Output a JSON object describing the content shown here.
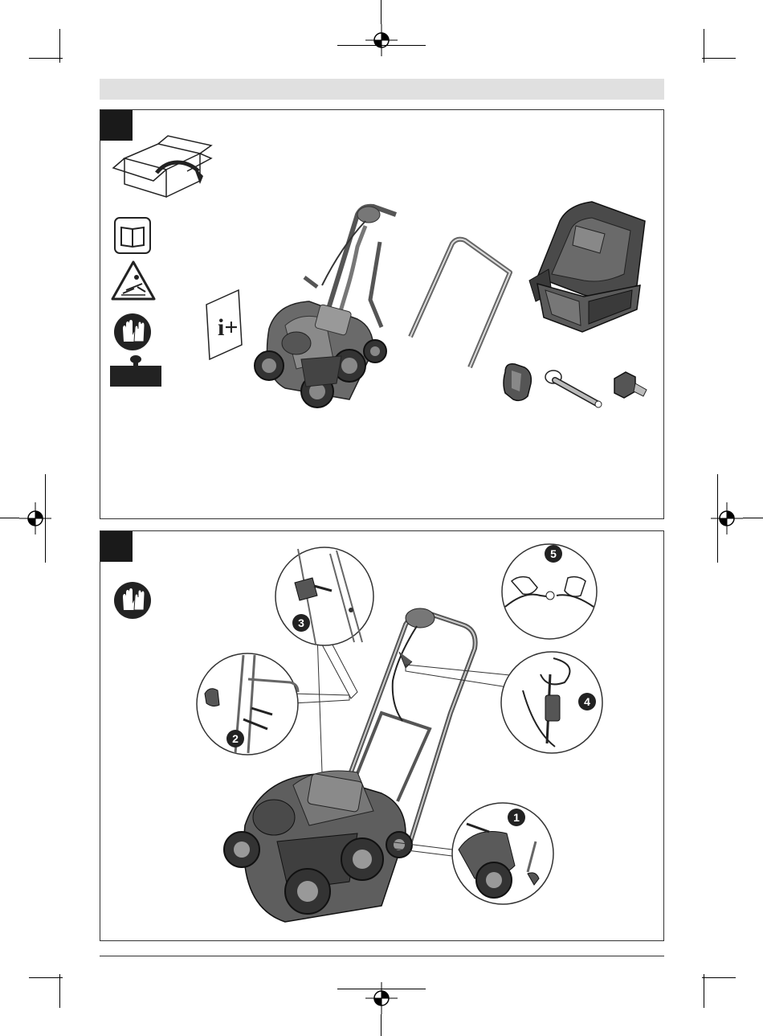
{
  "page": {
    "background": "#ffffff",
    "header_bar_color": "#e0e0e0",
    "panel_tab_color": "#1a1a1a"
  },
  "panel_1": {
    "icons": [
      "open-box-icon",
      "read-manual-icon",
      "warning-blades-icon",
      "gloves-icon",
      "weight-icon"
    ],
    "info_booklet_label": "i+"
  },
  "panel_2": {
    "icons": [
      "gloves-icon"
    ],
    "steps": [
      {
        "number": "1"
      },
      {
        "number": "2"
      },
      {
        "number": "3"
      },
      {
        "number": "4"
      },
      {
        "number": "5"
      }
    ]
  }
}
